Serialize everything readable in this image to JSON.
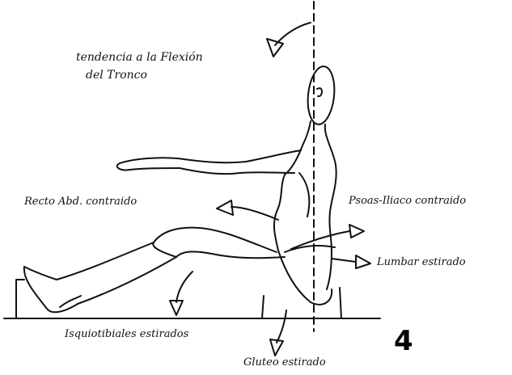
{
  "labels": {
    "trunk_flexion_line1": "tendencia a la Flexión",
    "trunk_flexion_line2": "del Tronco",
    "rectus_abdominis": "Recto Abd. contraido",
    "psoas_iliacus": "Psoas-Iliaco contraido",
    "lumbar": "Lumbar estirado",
    "hamstrings": "Isquiotibiales estirados",
    "gluteus": "Gluteo estirado"
  },
  "figure_number": "4",
  "colors": {
    "ink": "#111111",
    "background": "#ffffff"
  }
}
